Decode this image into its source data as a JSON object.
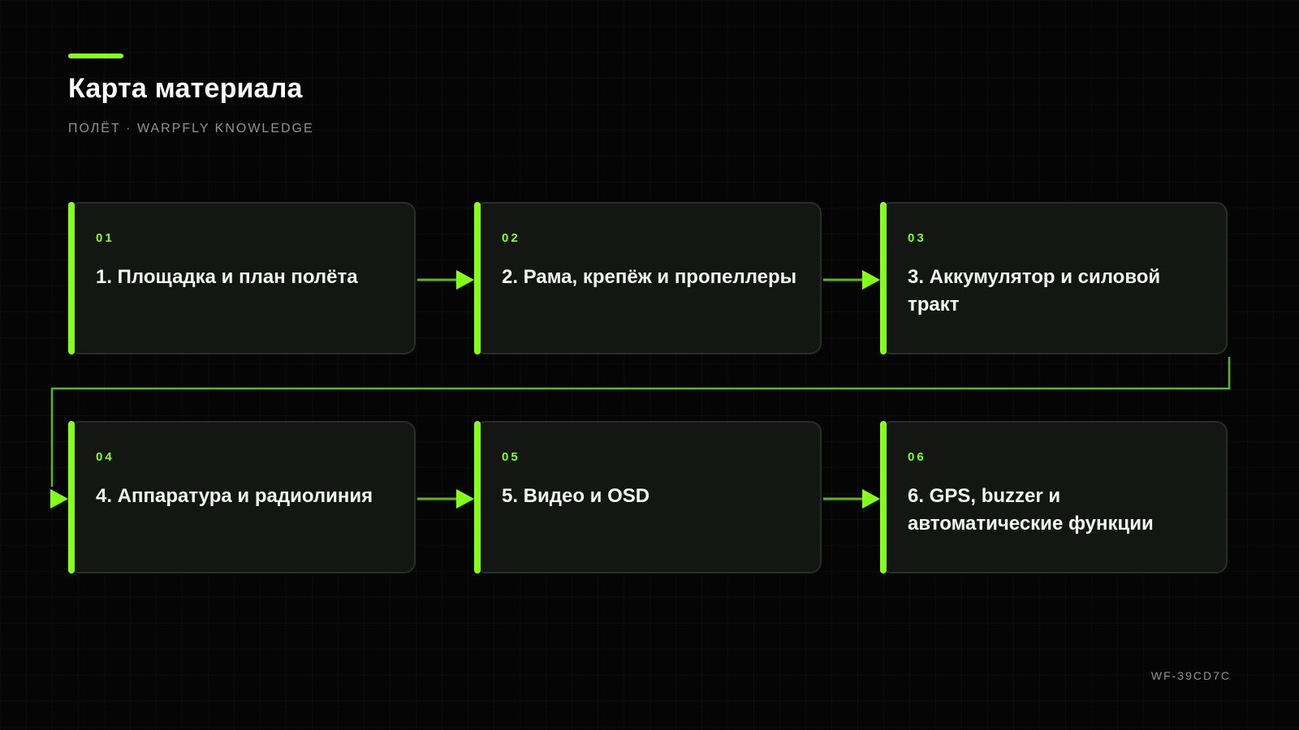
{
  "header": {
    "title": "Карта материала",
    "subtitle": "ПОЛЁТ · WARPFLY KNOWLEDGE"
  },
  "steps": [
    {
      "number": "01",
      "title": "1. Площадка и план полёта"
    },
    {
      "number": "02",
      "title": "2. Рама, крепёж и пропеллеры"
    },
    {
      "number": "03",
      "title": "3. Аккумулятор и силовой тракт"
    },
    {
      "number": "04",
      "title": "4. Аппаратура и радиолиния"
    },
    {
      "number": "05",
      "title": "5. Видео и OSD"
    },
    {
      "number": "06",
      "title": "6. GPS, buzzer и автоматические функции"
    }
  ],
  "footer": {
    "doc_id": "WF-39CD7C"
  },
  "colors": {
    "accent": "#84ff1a",
    "background": "#050505",
    "card": "#141614",
    "connector": "#5db81a"
  }
}
